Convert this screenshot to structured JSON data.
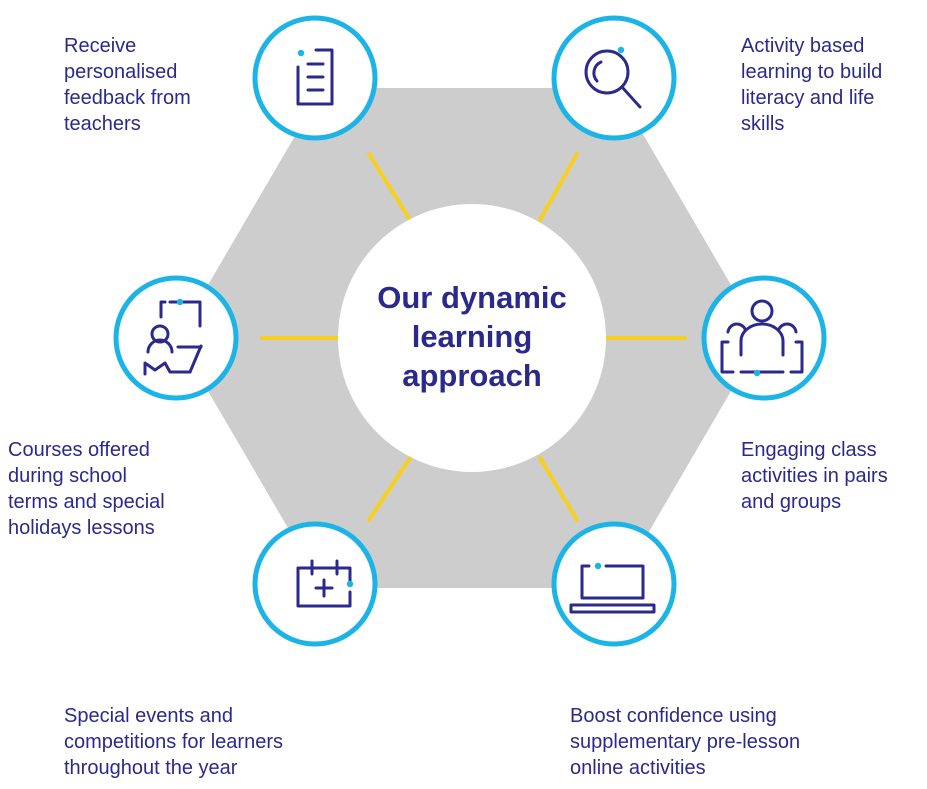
{
  "title_lines": [
    "Our dynamic",
    "learning",
    "approach"
  ],
  "features": [
    {
      "id": "feedback",
      "icon": "document-list-icon",
      "lines": [
        "Receive",
        "personalised",
        "feedback from",
        "teachers"
      ]
    },
    {
      "id": "activity",
      "icon": "magnifier-icon",
      "lines": [
        "Activity based",
        "learning to build",
        "literacy and life",
        "skills"
      ]
    },
    {
      "id": "courses",
      "icon": "presenter-board-icon",
      "lines": [
        "Courses offered",
        "during school",
        "terms and special",
        "holidays lessons"
      ]
    },
    {
      "id": "class",
      "icon": "group-people-icon",
      "lines": [
        "Engaging class",
        "activities in pairs",
        "and groups"
      ]
    },
    {
      "id": "events",
      "icon": "calendar-plus-icon",
      "lines": [
        "Special events and",
        "competitions for learners",
        "throughout the year"
      ]
    },
    {
      "id": "online",
      "icon": "laptop-icon",
      "lines": [
        "Boost confidence using",
        "supplementary pre-lesson",
        "online activities"
      ]
    }
  ],
  "colors": {
    "hexagon": "#cdcdcd",
    "ring": "#1cb4e6",
    "spoke": "#f6cf1f",
    "icon_stroke": "#2b2a8c",
    "icon_dot": "#1cb4e6",
    "text": "#2b2a8c"
  }
}
